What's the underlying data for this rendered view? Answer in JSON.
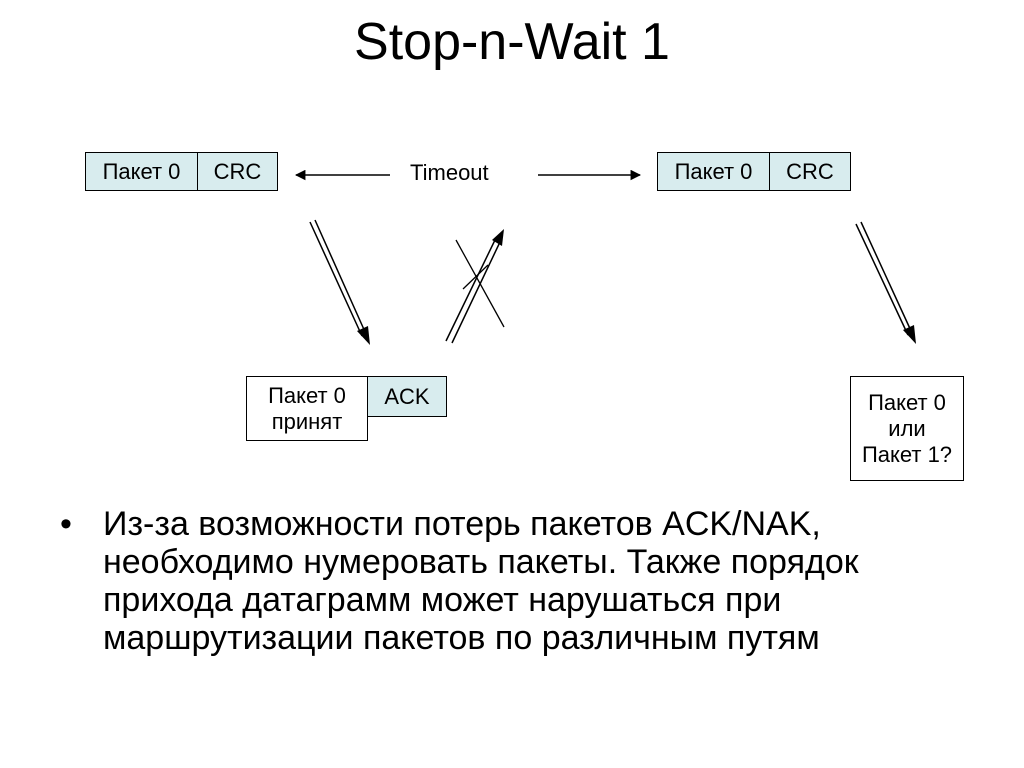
{
  "slide": {
    "title": "Stop-n-Wait 1"
  },
  "diagram": {
    "sender_left": {
      "packet": "Пакет 0",
      "crc": "CRC"
    },
    "sender_right": {
      "packet": "Пакет 0",
      "crc": "CRC"
    },
    "timeout_label": "Timeout",
    "receiver_ack": {
      "status_line1": "Пакет 0",
      "status_line2": "принят",
      "ack": "ACK"
    },
    "receiver_question": {
      "line1": "Пакет 0",
      "line2": "или",
      "line3": "Пакет 1?"
    },
    "colors": {
      "packet_fill": "#d8ecee",
      "line": "#000000"
    }
  },
  "bullets": [
    "Из-за возможности потерь пакетов ACK/NAK, необходимо нумеровать пакеты. Также порядок прихода датаграмм может нарушаться при маршрутизации пакетов по различным путям"
  ]
}
